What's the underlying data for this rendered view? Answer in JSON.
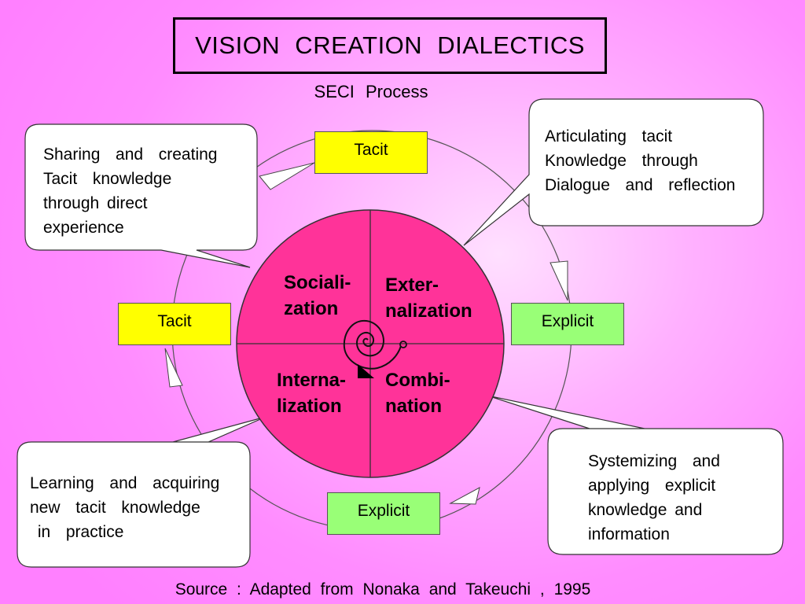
{
  "title": "VISION  CREATION  DIALECTICS",
  "subtitle": "SECI  Process",
  "labels": {
    "top": "Tacit",
    "left": "Tacit",
    "right": "Explicit",
    "bottom": "Explicit"
  },
  "quadrants": {
    "socialization": "Sociali-\nzation",
    "externalization": "Exter-\nnalization",
    "internalization": "Interna-\nlization",
    "combination": "Combi-\nnation"
  },
  "callouts": {
    "top_left": "Sharing  and  creating\nTacit  knowledge\nthrough direct\nexperience",
    "top_right": "Articulating  tacit\nKnowledge  through\nDialogue  and  reflection",
    "bottom_left": "Learning  and  acquiring\nnew  tacit  knowledge\n in  practice",
    "bottom_right": "Systemizing  and\napplying  explicit\nknowledge and\ninformation"
  },
  "source": "Source  :  Adapted  from  Nonaka  and  Takeuchi , 1995",
  "colors": {
    "background": "#ff88ff",
    "circle_fill": "#ff3399",
    "tacit_box": "#ffff00",
    "explicit_box": "#99ff77"
  }
}
